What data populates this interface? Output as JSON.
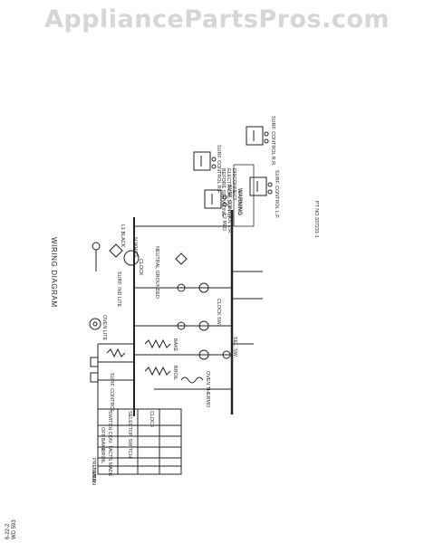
{
  "watermark": "AppliancePartsPros.com",
  "title": "WIRING DIAGRAM",
  "warning": {
    "heading": "WARNING",
    "text": "DISCONNECT ELECTRICAL SUPPLY BEFORE SERVICING"
  },
  "labels": {
    "black": "L1 BLACK",
    "white": "N WHITE",
    "red": "L2 RED",
    "clock": "CLOCK",
    "oven_lite": "OVEN LITE",
    "surf_control": "SURF. CONTROL",
    "surf_ind_lite": "SURF. IND LITE",
    "bake": "BAKE",
    "broil": "BROIL",
    "oven_thermo": "OVEN THERMO",
    "sel_sw": "SEL. SW.",
    "clock_sw": "CLOCK SW.",
    "neutral": "NEUTRAL GROUNDED",
    "surf_control_rf": "SURF. CONTROL R.F.",
    "surf_control_lr": "SURF. CONTROL L.R.",
    "surf_control_rr": "SURF. CONTROL R.R.",
    "surf_control_lf": "SURF. CONTROL L.F."
  },
  "part_number": "PT NO 337231-1",
  "table": {
    "headers": [
      "SWITCH CON- TACTS MADE",
      "SELECTOR SWITCH",
      "CLOCK"
    ],
    "rows": [
      "OFF",
      "BAKE",
      "BROIL",
      "PRESET",
      "TIMED",
      "MAN"
    ]
  },
  "bottom_code": "6-22-2\nWD 593"
}
